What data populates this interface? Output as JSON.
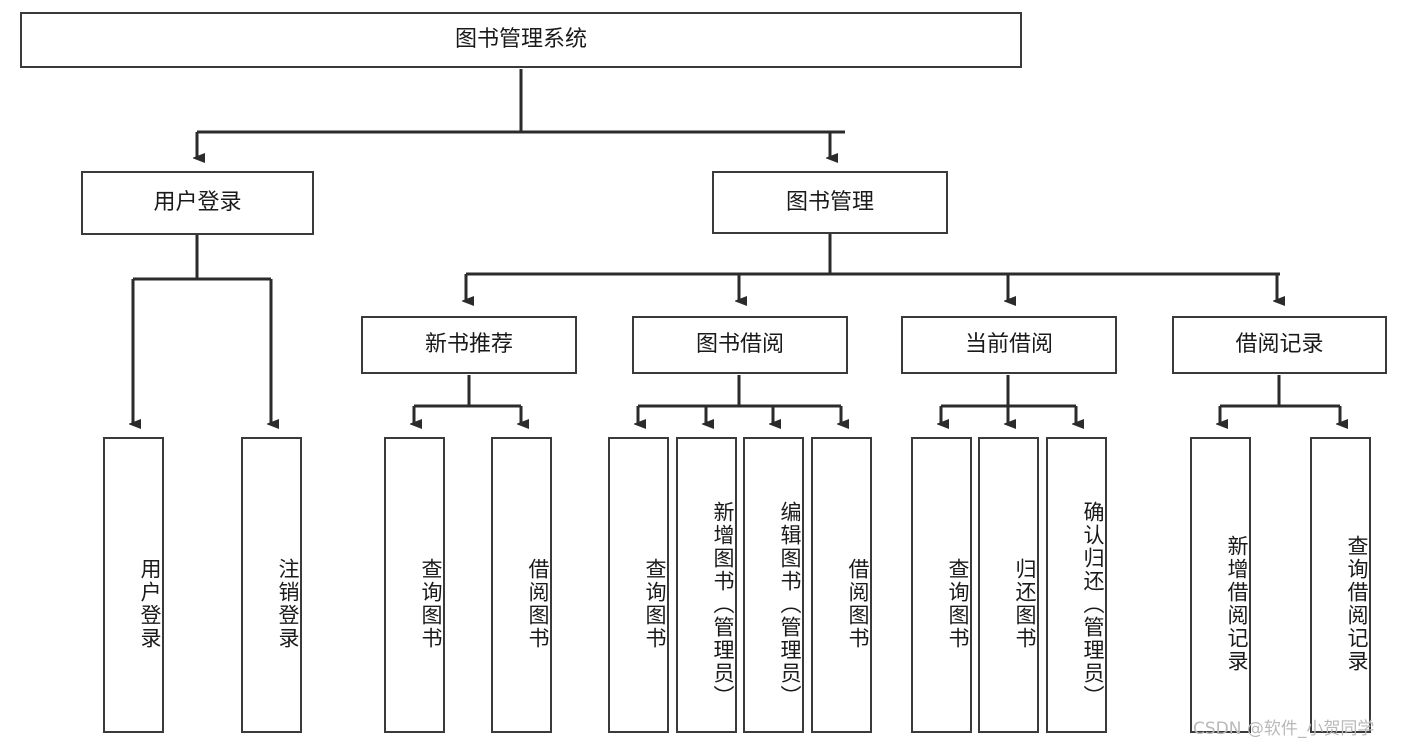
{
  "diagram": {
    "type": "tree-hierarchy-diagram",
    "title": "图书管理系统",
    "watermark": "CSDN @软件_小贺同学",
    "colors": {
      "box_border": "#3a3a3a",
      "box_fill": "#ffffff",
      "connector": "#2b2b2b",
      "text": "#1a1a1a",
      "watermark": "#b9b9b9",
      "background": "#ffffff"
    },
    "levels": {
      "root": {
        "label": "图书管理系统",
        "orientation": "horizontal"
      },
      "level2": [
        {
          "label": "用户登录",
          "orientation": "horizontal"
        },
        {
          "label": "图书管理",
          "orientation": "horizontal"
        }
      ],
      "level3": [
        {
          "label": "新书推荐",
          "orientation": "horizontal",
          "parent": "图书管理"
        },
        {
          "label": "图书借阅",
          "orientation": "horizontal",
          "parent": "图书管理"
        },
        {
          "label": "当前借阅",
          "orientation": "horizontal",
          "parent": "图书管理"
        },
        {
          "label": "借阅记录",
          "orientation": "horizontal",
          "parent": "图书管理"
        }
      ],
      "leaves": [
        {
          "label": "用户登录",
          "orientation": "vertical",
          "parent": "用户登录"
        },
        {
          "label": "注销登录",
          "orientation": "vertical",
          "parent": "用户登录"
        },
        {
          "label": "查询图书",
          "orientation": "vertical",
          "parent": "新书推荐"
        },
        {
          "label": "借阅图书",
          "orientation": "vertical",
          "parent": "新书推荐"
        },
        {
          "label": "查询图书",
          "orientation": "vertical",
          "parent": "图书借阅"
        },
        {
          "label": "新增图书（管理员）",
          "orientation": "vertical",
          "parent": "图书借阅"
        },
        {
          "label": "编辑图书（管理员）",
          "orientation": "vertical",
          "parent": "图书借阅"
        },
        {
          "label": "借阅图书",
          "orientation": "vertical",
          "parent": "图书借阅"
        },
        {
          "label": "查询图书",
          "orientation": "vertical",
          "parent": "当前借阅"
        },
        {
          "label": "归还图书",
          "orientation": "vertical",
          "parent": "当前借阅"
        },
        {
          "label": "确认归还（管理员）",
          "orientation": "vertical",
          "parent": "当前借阅"
        },
        {
          "label": "新增借阅记录",
          "orientation": "vertical",
          "parent": "借阅记录"
        },
        {
          "label": "查询借阅记录",
          "orientation": "vertical",
          "parent": "借阅记录"
        }
      ]
    }
  }
}
